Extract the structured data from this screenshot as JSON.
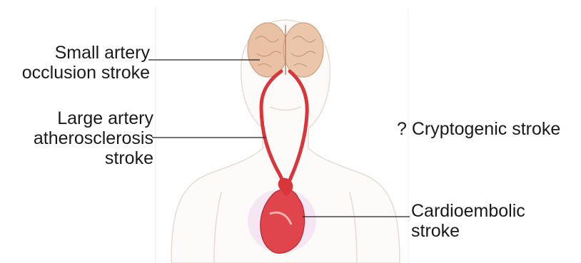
{
  "labels": {
    "small_artery": [
      "Small artery",
      "occlusion stroke"
    ],
    "large_artery": [
      "Large artery",
      "atherosclerosis",
      "stroke"
    ],
    "cryptogenic": "? Cryptogenic stroke",
    "cardioembolic": [
      "Cardioembolic",
      "stroke"
    ]
  },
  "colors": {
    "brain": "#e9c2a6",
    "artery": "#d9363b",
    "heart": "#e0454c",
    "body_outline": "#e6dcd4",
    "leader_line": "#222222"
  },
  "icons": [
    "brain-icon",
    "heart-icon",
    "artery-icon",
    "human-silhouette-icon"
  ]
}
